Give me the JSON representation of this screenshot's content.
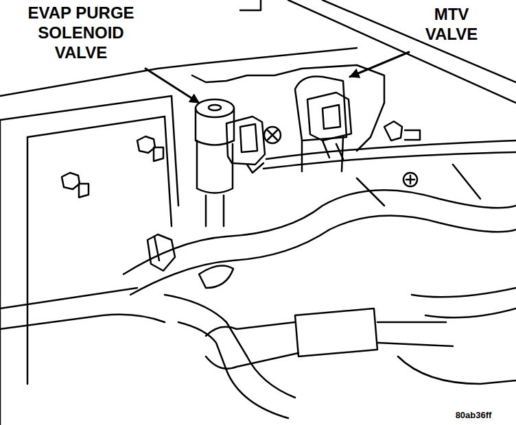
{
  "diagram": {
    "labels": [
      "EVAP PURGE SOLENOID VALVE",
      "MTV VALVE",
      "80ab36ff"
    ]
  }
}
